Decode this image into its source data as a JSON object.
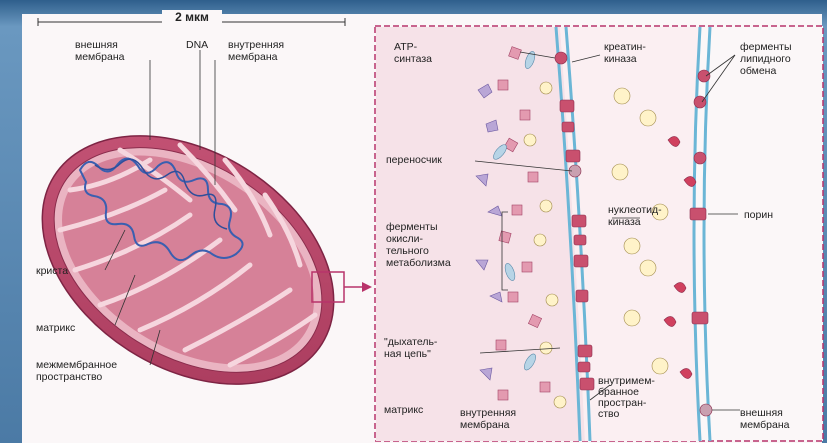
{
  "scale_label": "2 мкм",
  "left_labels": {
    "outer_membrane": [
      "внешняя",
      "мембрана"
    ],
    "dna": "DNA",
    "inner_membrane": [
      "внутренняя",
      "мембрана"
    ],
    "crista": "криста",
    "matrix": "матрикс",
    "intermembrane_space": [
      "межмембранное",
      "пространство"
    ]
  },
  "right_labels": {
    "atp_synthase": [
      "ATP-",
      "синтаза"
    ],
    "creatine_kinase": [
      "креатин-",
      "киназа"
    ],
    "lipid_enzymes": [
      "ферменты",
      "липидного",
      "обмена"
    ],
    "carrier": "переносчик",
    "nucleotide_kinase": [
      "нуклеотид-",
      "киназа"
    ],
    "porin": "порин",
    "oxidative_enzymes": [
      "ферменты",
      "окисли-",
      "тельного",
      "метаболизма"
    ],
    "respiratory_chain": [
      "\"дыхатель-",
      "ная цепь\""
    ],
    "matrix": "матрикс",
    "inner_membrane": [
      "внутренняя",
      "мембрана"
    ],
    "intermembrane_space": [
      "внутримем-",
      "бранное",
      "простран-",
      "ство"
    ],
    "outer_membrane": [
      "внешняя",
      "мембрана"
    ]
  },
  "colors": {
    "frame": "#3f6f99",
    "outer_membrane": "#b8466a",
    "matrix": "#d8849c",
    "intermembrane": "#f0c0cc",
    "dna": "#3a5fb0",
    "membrane_blue": "#6bb6d6",
    "enzyme": "#c9506e"
  }
}
